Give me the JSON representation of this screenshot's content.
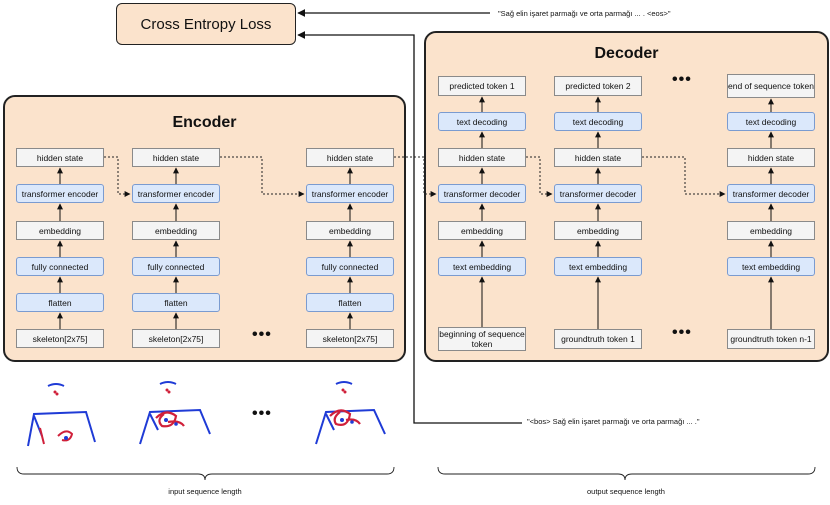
{
  "loss": {
    "label": "Cross Entropy Loss"
  },
  "target_sentence": "\"Sağ elin işaret parmağı ve orta parmağı ... . <eos>\"",
  "input_sentence": "\"<bos> Sağ elin işaret parmağı ve orta parmağı ... .\"",
  "encoder": {
    "title": "Encoder",
    "columns": [
      {
        "hidden": "hidden state",
        "transformer": "transformer encoder",
        "embedding": "embedding",
        "fc": "fully connected",
        "flatten": "flatten",
        "input": "skeleton[2x75]"
      },
      {
        "hidden": "hidden state",
        "transformer": "transformer encoder",
        "embedding": "embedding",
        "fc": "fully connected",
        "flatten": "flatten",
        "input": "skeleton[2x75]"
      },
      {
        "hidden": "hidden state",
        "transformer": "transformer encoder",
        "embedding": "embedding",
        "fc": "fully connected",
        "flatten": "flatten",
        "input": "skeleton[2x75]"
      }
    ],
    "ellipsis": "•••"
  },
  "decoder": {
    "title": "Decoder",
    "columns": [
      {
        "output": "predicted token 1",
        "text_decoding": "text decoding",
        "hidden": "hidden state",
        "transformer": "transformer decoder",
        "embedding": "embedding",
        "text_embedding": "text embedding",
        "input": "beginning of sequence token"
      },
      {
        "output": "predicted token 2",
        "text_decoding": "text decoding",
        "hidden": "hidden state",
        "transformer": "transformer decoder",
        "embedding": "embedding",
        "text_embedding": "text embedding",
        "input": "groundtruth token 1"
      },
      {
        "output": "end of sequence token",
        "text_decoding": "text decoding",
        "hidden": "hidden state",
        "transformer": "transformer decoder",
        "embedding": "embedding",
        "text_embedding": "text embedding",
        "input": "groundtruth token n-1"
      }
    ],
    "ellipsis_top": "•••",
    "ellipsis_bottom": "•••"
  },
  "skeletons": {
    "ellipsis": "•••"
  },
  "braces": {
    "input_label": "input sequence length",
    "output_label": "output sequence length"
  },
  "colors": {
    "panel": "#fbe3cc",
    "blue_box": "#dbe8fb",
    "skeleton_body": "#1f3bd6",
    "skeleton_hand": "#d0203a"
  }
}
